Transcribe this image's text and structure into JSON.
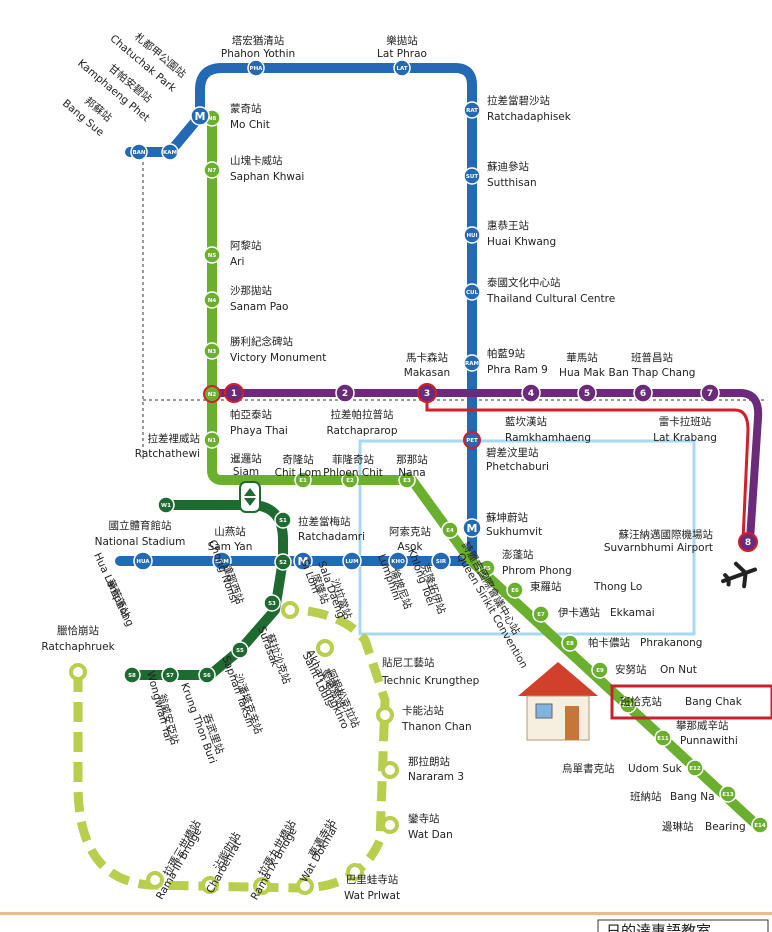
{
  "colors": {
    "sukhumvit": "#6ab02e",
    "silom": "#1e6a30",
    "mrt_blue": "#2469b3",
    "arl_purple": "#6b2a7a",
    "arl_red": "#d0202a",
    "gold_line": "#b8cf4e",
    "highlight_box": "#a9d8f5",
    "destination_box": "#c8202c"
  },
  "icons": {
    "mrt_logo": "M",
    "house": "house-icon",
    "airport": "airplane-icon",
    "skytrain": "train-icon"
  },
  "footer_caption": "日的達專語教室",
  "stations": [
    {
      "id": "chatuchak",
      "zh": "札都甲公園站",
      "en": "Chatuchak Park"
    },
    {
      "id": "kamphaeng",
      "zh": "甘帕安碧站",
      "en": "Kamphaeng Phet"
    },
    {
      "id": "bangsue",
      "zh": "邦蘇站",
      "en": "Bang Sue"
    },
    {
      "id": "phahon",
      "zh": "塔宏猶清站",
      "en": "Phahon Yothin"
    },
    {
      "id": "latphrao",
      "zh": "樂拋站",
      "en": "Lat Phrao"
    },
    {
      "id": "ratchadaphisek",
      "zh": "拉差當碧沙站",
      "en": "Ratchadaphisek"
    },
    {
      "id": "sutthisan",
      "zh": "蘇迪參站",
      "en": "Sutthisan"
    },
    {
      "id": "huaikhwang",
      "zh": "惠恭王站",
      "en": "Huai Khwang"
    },
    {
      "id": "cultural",
      "zh": "泰國文化中心站",
      "en": "Thailand Cultural Centre"
    },
    {
      "id": "phraram9",
      "zh": "帕藍9站",
      "en": "Phra Ram 9"
    },
    {
      "id": "mochit",
      "zh": "蒙奇站",
      "en": "Mo Chit"
    },
    {
      "id": "saphankhwai",
      "zh": "山塊卡威站",
      "en": "Saphan Khwai"
    },
    {
      "id": "ari",
      "zh": "阿黎站",
      "en": "Ari"
    },
    {
      "id": "sanampao",
      "zh": "沙那拋站",
      "en": "Sanam Pao"
    },
    {
      "id": "victory",
      "zh": "勝利紀念碑站",
      "en": "Victory Monument"
    },
    {
      "id": "makkasan",
      "zh": "馬卡森站",
      "en": "Makasan"
    },
    {
      "id": "huamak",
      "zh": "華馬站",
      "en": "Hua Mak"
    },
    {
      "id": "banthapchang",
      "zh": "班普昌站",
      "en": "Ban Thap Chang"
    },
    {
      "id": "phayathai",
      "zh": "帕亞泰站",
      "en": "Phaya Thai"
    },
    {
      "id": "ratchaprarop",
      "zh": "拉差帕拉普站",
      "en": "Ratchaprarop"
    },
    {
      "id": "ramkhamhaeng",
      "zh": "藍坎漢站",
      "en": "Ramkhamhaeng"
    },
    {
      "id": "latkrabang",
      "zh": "雷卡拉班站",
      "en": "Lat Krabang"
    },
    {
      "id": "ratchathewi",
      "zh": "拉差裡威站",
      "en": "Ratchathewi"
    },
    {
      "id": "phetchaburi",
      "zh": "碧差汶里站",
      "en": "Phetchaburi"
    },
    {
      "id": "siam",
      "zh": "暹邏站",
      "en": "Siam"
    },
    {
      "id": "chitlom",
      "zh": "奇隆站",
      "en": "Chit Lom"
    },
    {
      "id": "ploenchit",
      "zh": "菲隆奇站",
      "en": "Phloen Chit"
    },
    {
      "id": "nana",
      "zh": "那那站",
      "en": "Nana"
    },
    {
      "id": "stadium",
      "zh": "國立體育館站",
      "en": "National Stadium"
    },
    {
      "id": "samyan",
      "zh": "山燕站",
      "en": "Sam Yan"
    },
    {
      "id": "ratchadamri",
      "zh": "拉差當梅站",
      "en": "Ratchadamri"
    },
    {
      "id": "asok",
      "zh": "阿索克站",
      "en": "Asok"
    },
    {
      "id": "sukhumvit",
      "zh": "蘇坤蔚站",
      "en": "Sukhumvit"
    },
    {
      "id": "suvarnabhumi",
      "zh": "蘇汪納邁國際機場站",
      "en": "Suvarnbhumi Airport"
    },
    {
      "id": "phromphong",
      "zh": "澎蓬站",
      "en": "Phrom Phong"
    },
    {
      "id": "thonglo",
      "zh": "東羅站",
      "en": "Thong Lo"
    },
    {
      "id": "ekkamai",
      "zh": "伊卡邁站",
      "en": "Ekkamai"
    },
    {
      "id": "phrakanong",
      "zh": "帕卡儂站",
      "en": "Phrakanong"
    },
    {
      "id": "onnut",
      "zh": "安努站",
      "en": "On Nut"
    },
    {
      "id": "bangchak",
      "zh": "班恰克站",
      "en": "Bang Chak"
    },
    {
      "id": "punnawithi",
      "zh": "攀那威辛站",
      "en": "Punnawithi"
    },
    {
      "id": "udomsuk",
      "zh": "烏單書克站",
      "en": "Udom Suk"
    },
    {
      "id": "bangna",
      "zh": "班納站",
      "en": "Bang Na"
    },
    {
      "id": "bearing",
      "zh": "邊琳站",
      "en": "Bearing"
    },
    {
      "id": "hualamphong",
      "zh": "華藍蓬站",
      "en": "Hua Lamphong"
    },
    {
      "id": "chongnonsi",
      "zh": "鐘那西站",
      "en": "Chong Nonsi"
    },
    {
      "id": "silom",
      "zh": "席隆站",
      "en": "Si Lom"
    },
    {
      "id": "saladaeng",
      "zh": "沙拉當站",
      "en": "Sala Daeng"
    },
    {
      "id": "lumphini",
      "zh": "倫披尼站",
      "en": "Lumphini"
    },
    {
      "id": "khlongtoei",
      "zh": "克隆拓伊站",
      "en": "Khlong Toei"
    },
    {
      "id": "convention",
      "zh": "詩麗吉國際會議中心站",
      "en": "Queen Sirikit Convention"
    },
    {
      "id": "ratchaphruek",
      "zh": "臘恰崩站",
      "en": "Ratchaphruek"
    },
    {
      "id": "saphantaksin",
      "zh": "沙潘塔克辛站",
      "en": "Saphan Taksin"
    },
    {
      "id": "surasak",
      "zh": "蘇拉沙克站",
      "en": "Surasak"
    },
    {
      "id": "saint",
      "zh": "聖路易站",
      "en": "Saint Louis"
    },
    {
      "id": "krungthonburi",
      "zh": "吞武里站",
      "en": "Krung Thon Buri"
    },
    {
      "id": "wongwian",
      "zh": "翁威安亞站",
      "en": "Wongwian Yai"
    },
    {
      "id": "technic",
      "zh": "貼尼工藝站",
      "en": "Technic Krungthep"
    },
    {
      "id": "akhan",
      "zh": "阿根松克拉站",
      "en": "Akhan Songkhro"
    },
    {
      "id": "thanonchan",
      "zh": "卡能沾站",
      "en": "Thanon Chan"
    },
    {
      "id": "nararam",
      "zh": "那拉朗站",
      "en": "Nararam 3"
    },
    {
      "id": "watdan",
      "zh": "鑾寺站",
      "en": "Wat Dan"
    },
    {
      "id": "watprivat",
      "zh": "巴里蛙寺站",
      "en": "Wat Prlwat"
    },
    {
      "id": "watdokmai",
      "zh": "東邁寺站",
      "en": "Wat Dokmai"
    },
    {
      "id": "rama9bridge",
      "zh": "拉瑪九世橋站",
      "en": "Rama IX Bridge"
    },
    {
      "id": "charoenrat",
      "zh": "沾能叻站",
      "en": "Charoenrat"
    },
    {
      "id": "rama3bridge",
      "zh": "拉瑪三世橋站",
      "en": "Rama III Bridge"
    }
  ],
  "badges": {
    "blue": [
      "BAN",
      "KAM",
      "PHA",
      "LAT",
      "RAT",
      "SUT",
      "HUI",
      "CUL",
      "RAM",
      "PET",
      "HUA",
      "SAM",
      "LUM",
      "KHO",
      "SIR"
    ],
    "green": [
      "N8",
      "N7",
      "N5",
      "N4",
      "N3",
      "N2",
      "N1",
      "E1",
      "E2",
      "E3",
      "E4",
      "E5",
      "E6",
      "E7",
      "E8",
      "E9",
      "E10",
      "E11",
      "E12",
      "E13",
      "E14"
    ],
    "silom": [
      "W1",
      "S1",
      "S2",
      "S3",
      "S5",
      "S6",
      "S7",
      "S8"
    ],
    "arl": [
      "1",
      "2",
      "3",
      "4",
      "5",
      "6",
      "7",
      "8"
    ]
  }
}
